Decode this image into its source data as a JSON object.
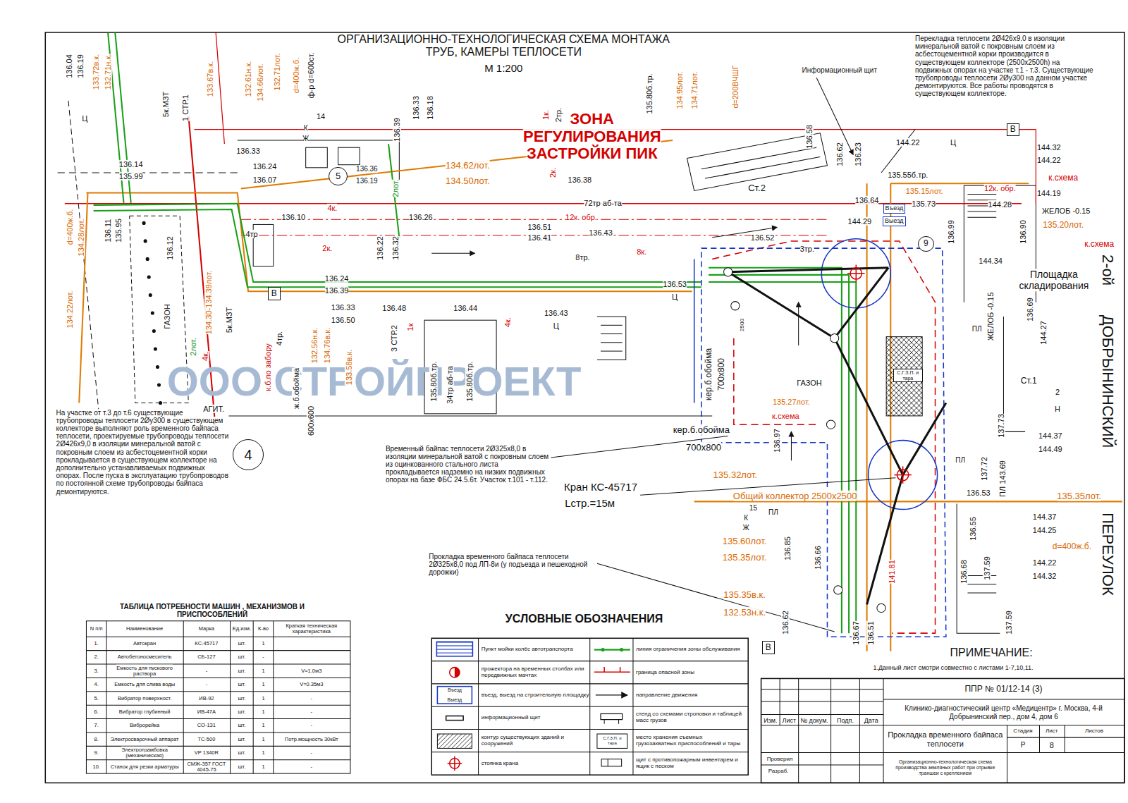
{
  "diagram": {
    "title": "ОРГАНИЗАЦИОННО-ТЕХНОЛОГИЧЕСКАЯ СХЕМА МОНТАЖА ТРУБ, КАМЕРЫ ТЕПЛОСЕТИ",
    "nodes": [
      {
        "text": [
          "4"
        ]
      },
      {
        "text": [
          "5"
        ]
      },
      {
        "text": [
          "9"
        ]
      },
      {
        "text": [
          "В"
        ]
      },
      {
        "text": [
          "В"
        ]
      },
      {
        "text": [
          "В"
        ]
      },
      {
        "text": [
          "Въезд"
        ]
      },
      {
        "text": [
          "Выезд"
        ]
      },
      {
        "text": [
          "С.Г.З.П. и тара"
        ]
      }
    ],
    "labels": [
      "М 1:200",
      "ЗОНА РЕГУЛИРОВАНИЯ ЗАСТРОЙКИ ПИК",
      "Перекладка теплосети 2Ø426x9.0 в изоляции минеральной ватой с покровным слоем из асбестоцементной корки производится в существующем коллекторе (2500x2500h) на подвижных опорах на участке т.1 - т.3. Существующие трубопроводы теплосети 2Øу300 на данном участке демонтируются. Все работы проводятся в существующем коллекторе.",
      "На участке от т.3 до т.6 существующие трубопроводы теплосети 2Øу300 в существующем коллекторе выполняют роль временного байпаса теплосети, проектируемые трубопроводы теплосети 2Ø426x9,0 в изоляции минеральной ватой с покровным слоем из асбестоцементной корки прокладывается в существующем коллекторе на дополнительно устанавливаемых подвижных опорах. После пуска в эксплуатацию трубопроводов по постоянной схеме трубопроводы байпаса демонтируются.",
      "Временный байпас теплосети 2Ø325x8,0 в изоляции минеральной ватой с покровным слоем из оцинкованного стального листа прокладывается надземно на низких подвижных опорах на базе ФБС 24.5.6т. Участок т.101 - т.112.",
      "Кран КС-45717",
      "Lстр.=15м",
      "Прокладка временного байпаса теплосети 2Ø325x8,0 под ЛП-8и (у подъезда и пешеходной дорожки)",
      "Информационный щит",
      "Площадка складирования",
      "2-ой",
      "ДОБРЫНИНСКИЙ",
      "ПЕРЕУЛОК",
      "ПРИМЕЧАНИЕ:",
      "1.Данный лист смотри совместно с листами 1-7,10,11.",
      "ООО СТРОЙПРОЕКТ",
      "УСЛОВНЫЕ ОБОЗНАЧЕНИЯ",
      "ТАБЛИЦА ПОТРЕБНОСТИ МАШИН , МЕХАНИЗМОВ И ПРИСПОСОБЛЕНИЙ",
      "N п/п",
      "Наименование",
      "Марка",
      "Ед.изм.",
      "К-во",
      "Краткая техническая характеристика",
      "1.",
      "Автокран",
      "КС-45717",
      "шт.",
      "1",
      "2.",
      "Автобетоносмеситель",
      "СБ-127",
      "шт.",
      "-",
      "3.",
      "Емкость для пускового раствора",
      "-",
      "шт.",
      "1",
      "V=1.0м3",
      "4.",
      "Емкость для слива воды",
      "-",
      "шт.",
      "1",
      "V=0.35м3",
      "5.",
      "Вибратор поверхност.",
      "ИВ-92",
      "шт.",
      "1",
      "-",
      "6.",
      "Вибратор глубинный",
      "ИВ-47А",
      "шт.",
      "1",
      "-",
      "7.",
      "Виброрейка",
      "СО-131",
      "шт.",
      "1",
      "-",
      "8.",
      "Электросварочный аппарат",
      "ТС-500",
      "шт.",
      "1",
      "Потр.мощность 30кВт",
      "9.",
      "Электротрамбовка (механическая)",
      "VP 1340R",
      "шт.",
      "1",
      "-",
      "10.",
      "Станок для резки арматуры",
      "СМЖ-357 ГОСТ 4045-75",
      "шт.",
      "1",
      "-",
      "Изм.",
      "Лист",
      "№ докум.",
      "Подп.",
      "Дата",
      "ППР № 01/12-14 (3)",
      "Клинико-диагностический центр «Медицентр» г. Москва, 4-й Добрынинский пер., дом 4, дом 6",
      "Прокладка временного байпаса теплосети",
      "Организационно-технологическая схема производства земляных работ при отрывке траншеи с креплением",
      "Стадия",
      "Лист",
      "Листов",
      "Р",
      "8",
      "Проверил",
      "Разраб.",
      "Въезд",
      "Выезд",
      "С.Г.З.П. и тара",
      "136.19",
      "136.04",
      "133.72в.к.",
      "132.71н.к.",
      "Ц",
      "136.14",
      "135.99",
      "d=400ж.б.",
      "134.28лот.",
      "134.22лот.",
      "136.11",
      "135.95",
      "136.12",
      "ГАЗОН",
      "134.30-134.39лот.",
      "5к.МЗТ",
      "4к.",
      "2лот.",
      "АГИТ.",
      "к.б.по забору",
      "ж.б.обойма",
      "600x600",
      "132.56н.к.",
      "134.76в.к.",
      "133.58в.к.",
      "4тр.",
      "1 СТР.1",
      "133.67в.к.",
      "132.61н.к.",
      "134.66лот.",
      "132.71лот.",
      "d=400ж.б.",
      "ф-р d=600ст.",
      "14",
      "136.33",
      "136.24",
      "136.07",
      "136.10",
      "4к.",
      "2к.",
      "4тр",
      "136.39",
      "136.33",
      "136.18",
      "134.62лот.",
      "134.50лот.",
      "2лот.",
      "136.26",
      "136.22",
      "136.32",
      "136.24",
      "136.39",
      "136.33",
      "136.50",
      "136.48",
      "136.44",
      "3 СТР.2",
      "1к",
      "135.80б.тр.",
      "34тр аб-та",
      "135.80б.тр.",
      "4к.",
      "136.43",
      "Ц",
      "1к.",
      "2тр.",
      "2к.",
      "136.38",
      "72тр аб-та",
      "12к. обр.",
      "136.51",
      "136.41",
      "136.43",
      "8тр.",
      "8к.",
      "135.80б.тр.",
      "134.95лот.",
      "134.71лот.",
      "d=200ВЧШГ",
      "136.58",
      "136.62",
      "136.23",
      "144.22",
      "135.55б.тр.",
      "Ц",
      "144.32",
      "144.22",
      "к.схема",
      "135.15лот.",
      "136.64",
      "135.73",
      "12к. обр.",
      "144.28",
      "144.19",
      "ЖЕЛОБ -0.15",
      "135.20лот.",
      "к.схема",
      "136.99",
      "136.90",
      "144.34",
      "ЖЕЛОБ -0.15",
      "144.29",
      "Ст.2",
      "136.52",
      "3тр.",
      "136.53",
      "Ц",
      "136.69",
      "144.27",
      "2500",
      "ГАЗОН",
      "кер.б.обойма",
      "700x800",
      "кер.б.обойма",
      "700x800",
      "135.27лот.",
      "к.схема",
      "Ст.1",
      "2",
      "Н",
      "144.37",
      "144.49",
      "135.35лот.",
      "144.37",
      "144.25",
      "144.22",
      "144.32",
      "d=400ж.б.",
      "137.73",
      "137.72",
      "ПЛ 143.69",
      "136.53",
      "135.32лот.",
      "Общий коллектор 2500x2500",
      "135.60лот.",
      "135.35лот.",
      "135.35в.к.",
      "132.53н.к.",
      "15",
      "ПЛ",
      "136.85",
      "136.66",
      "136.62",
      "136.51",
      "136.67",
      "141.81",
      "136.68",
      "137.59",
      "137.59",
      "136.55",
      "ПЛ",
      "ПЛ",
      "136.97",
      "К",
      "Ж",
      "5к.МЗТ",
      "К",
      "Ж",
      "136.36",
      "136.19"
    ],
    "legend": [
      {
        "text": "Пункт мойки колёс автотранспорта"
      },
      {
        "text": "линия ограничения зоны обслуживания"
      },
      {
        "text": "прожектора на временных столбах или передвижных мачтах"
      },
      {
        "text": "граница опасной зоны"
      },
      {
        "text": "въезд, выезд на строительную площадку"
      },
      {
        "text": "направление движения"
      },
      {
        "text": "информационный щит"
      },
      {
        "text": "стенд со схемами строповки и таблицей масс грузов"
      },
      {
        "text": "контур существующих зданий и сооружений"
      },
      {
        "text": "место хранения съемных грузозахватных приспособлений и тары"
      },
      {
        "text": "стоянка крана"
      },
      {
        "text": "щит с противопожарным инвентарем и ящик с песком"
      }
    ]
  }
}
